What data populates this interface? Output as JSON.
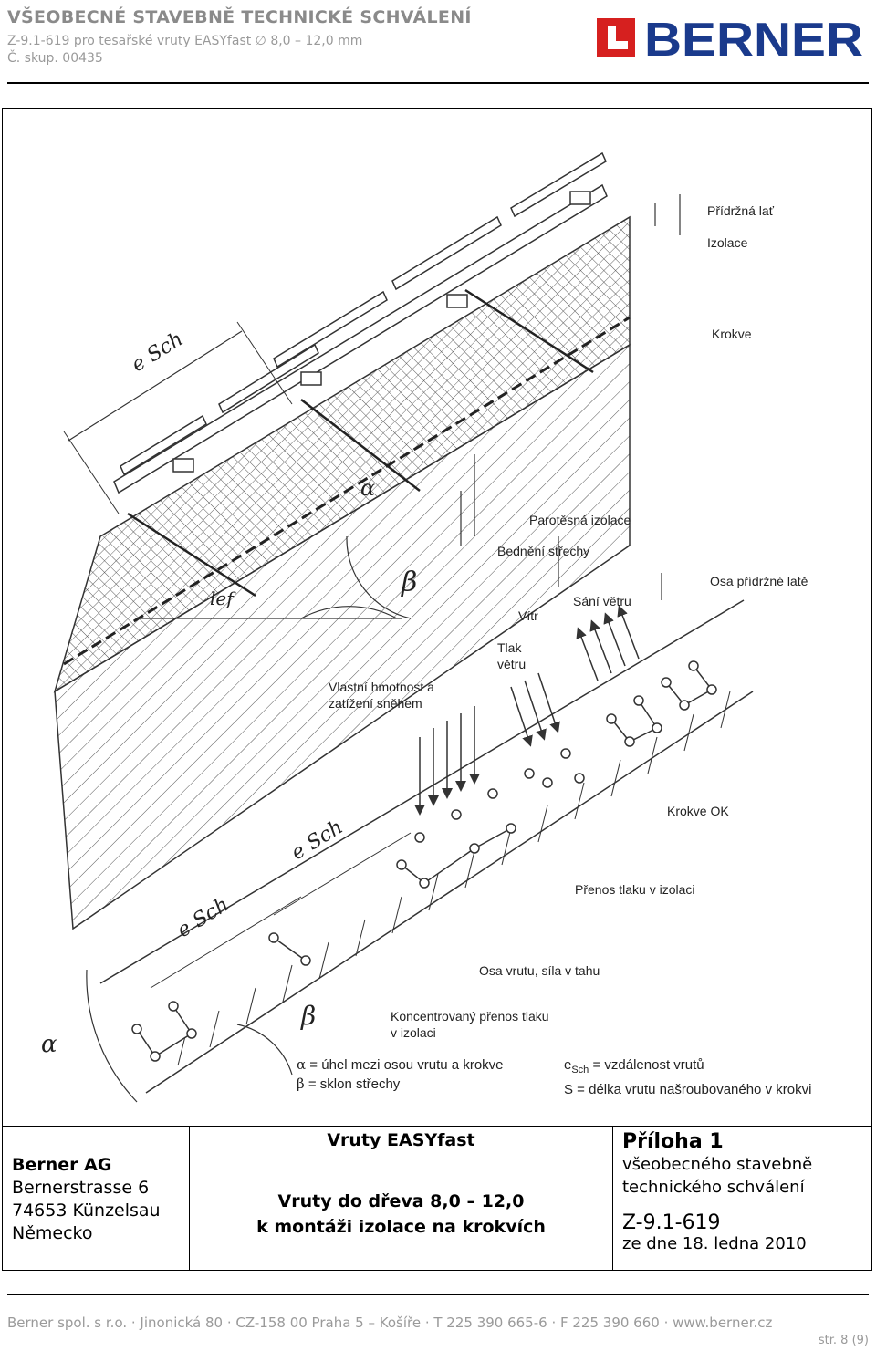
{
  "header": {
    "title": "VŠEOBECNÉ STAVEBNĚ TECHNICKÉ SCHVÁLENÍ",
    "line2": "Z-9.1-619 pro tesařské vruty EASYfast ∅ 8,0 – 12,0 mm",
    "line3": "Č. skup. 00435",
    "logo_text": "BERNER",
    "brand_color": "#d6201f",
    "logo_text_color": "#1a3a8c"
  },
  "diagram_labels": {
    "pridrzna_lat": "Přídržná lať",
    "izolace": "Izolace",
    "krokve": "Krokve",
    "parotesna": "Parotěsná izolace",
    "bedneni": "Bednění střechy",
    "vitr": "Vítr",
    "sani": "Sání větru",
    "osa_prid": "Osa přídržné latě",
    "tlak": "Tlak\nvětru",
    "vlastni": "Vlastní hmotnost a\nzatížení sněhem",
    "krokve_ok": "Krokve OK",
    "prenos": "Přenos tlaku v izolaci",
    "osa_vrutu": "Osa vrutu, síla v tahu",
    "koncentrovany": "Koncentrovaný přenos tlaku\n v izolaci",
    "alpha_sym": "α",
    "beta_sym": "β",
    "e_sub": "Sch",
    "e_letter": "e",
    "alpha_legend": " = úhel mezi osou vrutu a krokve",
    "beta_legend": " = sklon střechy",
    "e_legend": " = vzdálenost vrutů",
    "s_legend": "S = délka vrutu našroubovaného v krokvi",
    "hand_esch": "e Sch",
    "hand_alpha": "α",
    "hand_beta": "β",
    "hand_lef": "lef"
  },
  "table": {
    "company": "Berner AG",
    "street": "Bernerstrasse 6",
    "city": "74653 Künzelsau",
    "country": "Německo",
    "product": "Vruty EASYfast",
    "description": "Vruty do dřeva 8,0 – 12,0\nk montáži izolace na krokvích",
    "annex": "Příloha 1",
    "annex_sub": "všeobecného stavebně\ntechnického schválení",
    "approval_no": "Z-9.1-619",
    "date": "ze dne 18. ledna 2010"
  },
  "footer": {
    "text": "Berner spol. s r.o. · Jinonická 80 · CZ-158 00 Praha 5 – Košíře · T 225 390 665-6 · F 225 390 660 · www.berner.cz",
    "page": "str. 8 (9)"
  }
}
